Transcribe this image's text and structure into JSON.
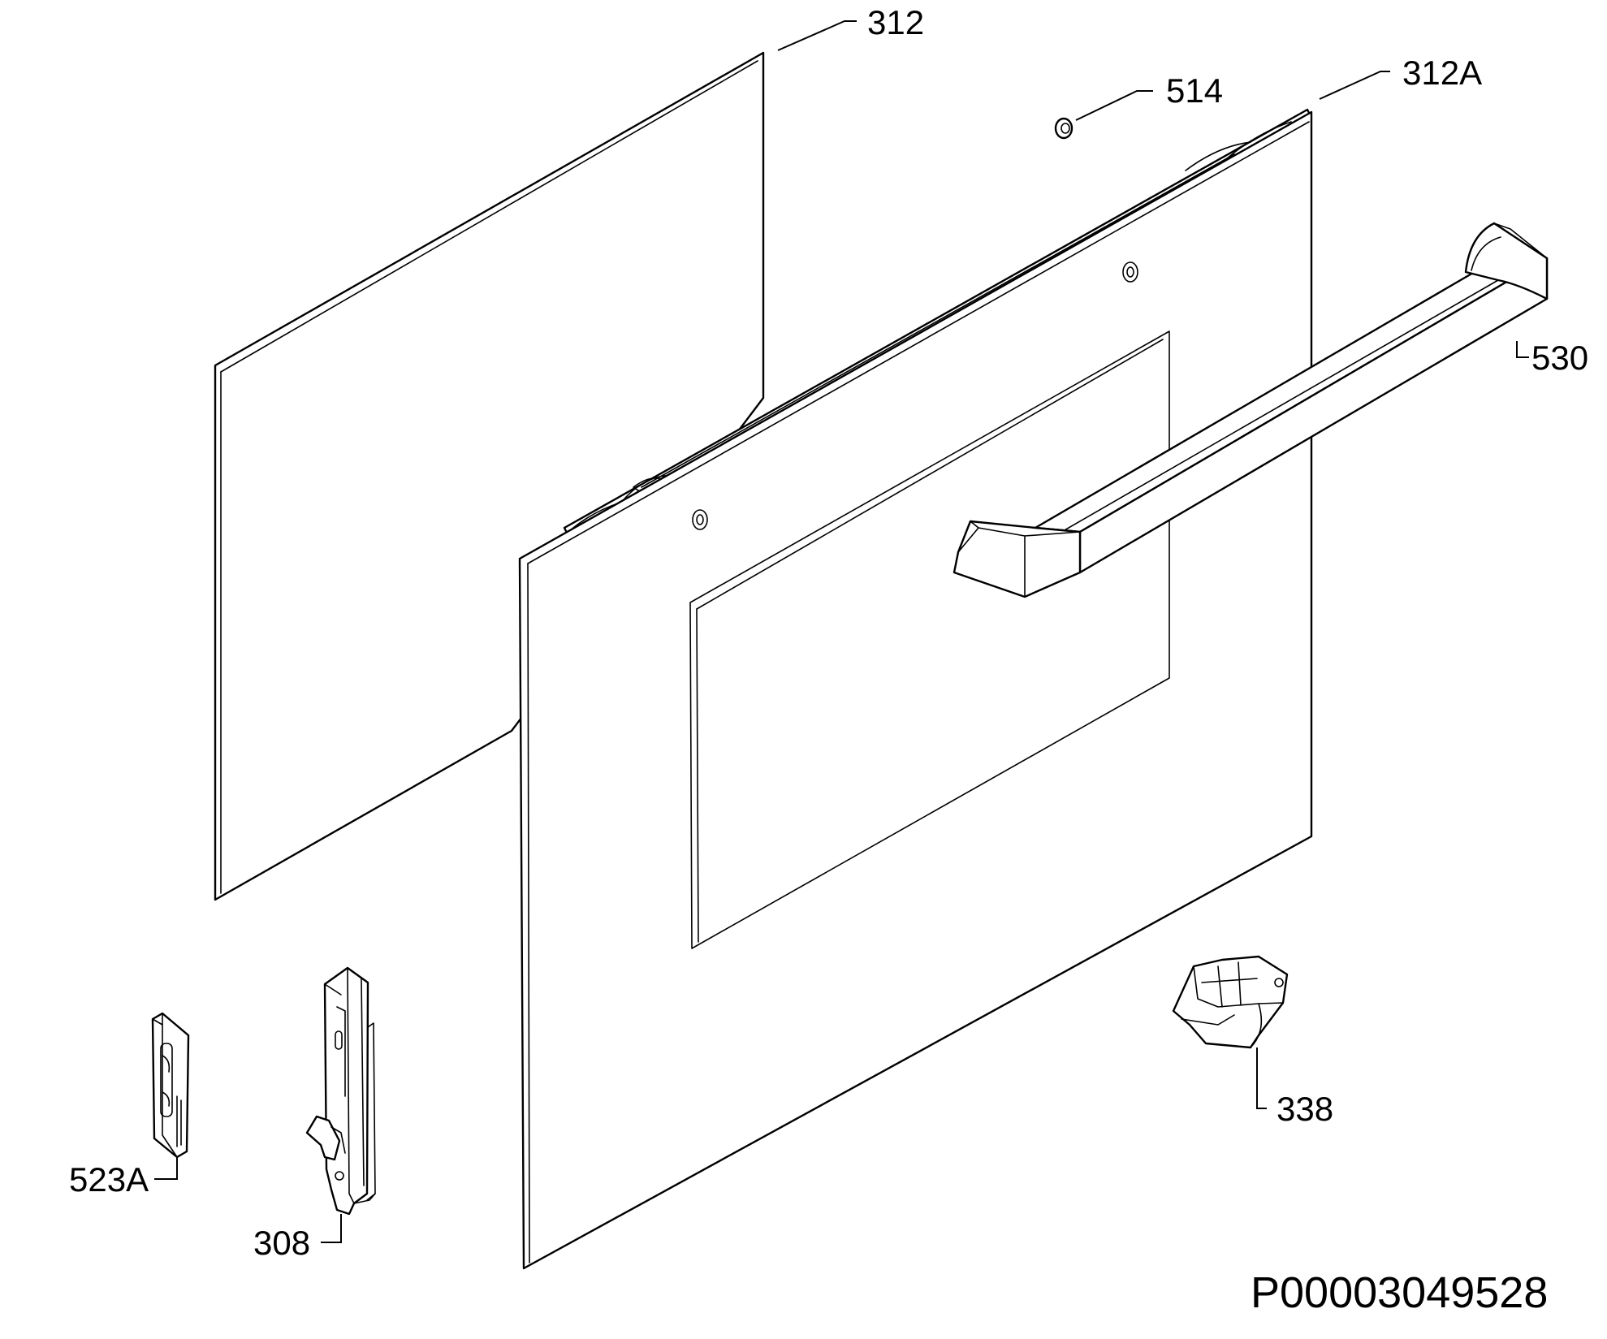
{
  "callouts": {
    "inner_glass": "312",
    "outer_glass": "312A",
    "screw": "514",
    "handle": "530",
    "clip": "338",
    "hinge_holder": "523A",
    "hinge": "308"
  },
  "drawing_number": "P00003049528"
}
